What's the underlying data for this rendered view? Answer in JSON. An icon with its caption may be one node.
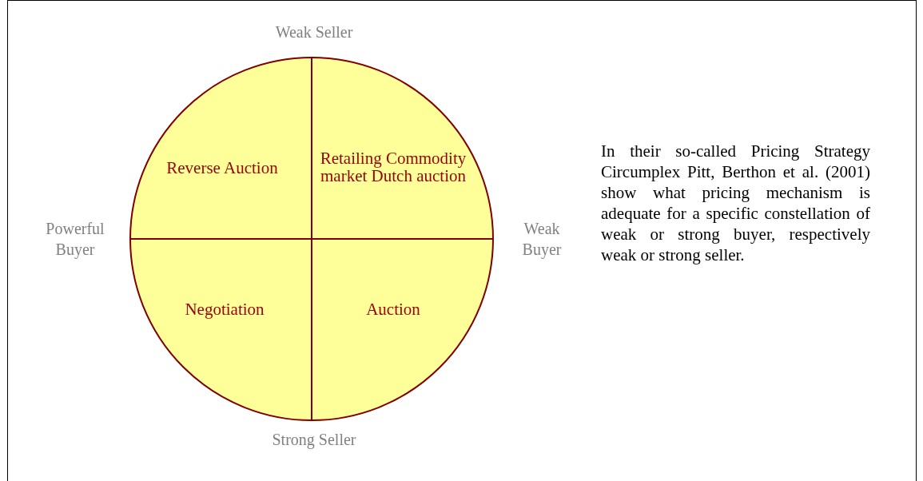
{
  "diagram": {
    "nodes": [
      {
        "text": [],
        "shape": "circle"
      },
      {
        "text": [
          "Reverse Auction"
        ],
        "in": 0
      },
      {
        "text": [
          "Retailing Commodity market Dutch auction"
        ],
        "in": 0
      },
      {
        "text": [
          "Negotiation"
        ],
        "in": 0
      },
      {
        "text": [
          "Auction"
        ],
        "in": 0
      }
    ],
    "edges": [],
    "labels": [
      "Weak Seller",
      "Powerful Buyer",
      "Weak Buyer",
      "Strong Seller",
      "In their so-called Pricing Strategy Circumplex Pitt, Berthon et al. (2001) show what pricing mechanism is adequate for a specific constellation of weak or strong buyer, respectively weak or strong seller."
    ]
  }
}
